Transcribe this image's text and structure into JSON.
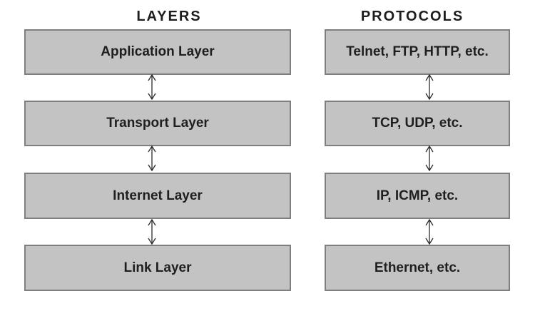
{
  "headers": {
    "layers": "LAYERS",
    "protocols": "PROTOCOLS"
  },
  "rows": [
    {
      "layer": "Application Layer",
      "protocols": "Telnet, FTP, HTTP, etc."
    },
    {
      "layer": "Transport Layer",
      "protocols": "TCP, UDP, etc."
    },
    {
      "layer": "Internet Layer",
      "protocols": "IP, ICMP, etc."
    },
    {
      "layer": "Link Layer",
      "protocols": "Ethernet, etc."
    }
  ],
  "colors": {
    "background": "#ffffff",
    "box_fill": "#c3c3c3",
    "box_border": "#7f7f7f",
    "text": "#1f1f1f",
    "arrow": "#2b2b2b"
  }
}
